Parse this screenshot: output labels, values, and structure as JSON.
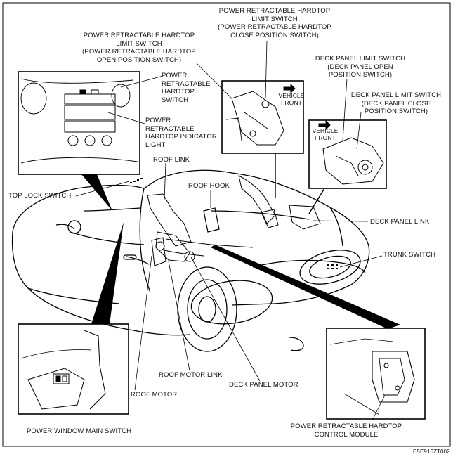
{
  "labels": {
    "limit_close": "POWER RETRACTABLE HARDTOP\nLIMIT SWITCH\n(POWER RETRACTABLE HARDTOP\nCLOSE POSITION SWITCH)",
    "limit_open": "POWER RETRACTABLE HARDTOP\nLIMIT SWITCH\n(POWER RETRACTABLE HARDTOP\nOPEN POSITION SWITCH)",
    "deck_open": "DECK PANEL LIMIT SWITCH\n(DECK PANEL OPEN\nPOSITION SWITCH)",
    "deck_close": "DECK PANEL LIMIT SWITCH\n(DECK PANEL CLOSE\nPOSITION SWITCH)",
    "hardtop_switch": "POWER\nRETRACTABLE\nHARDTOP\nSWITCH",
    "indicator_light": "POWER\nRETRACTABLE\nHARDTOP INDICATOR\nLIGHT",
    "vehicle_front_1": "VEHICLE\nFRONT",
    "vehicle_front_2": "VEHICLE\nFRONT",
    "roof_link": "ROOF LINK",
    "roof_hook": "ROOF HOOK",
    "top_lock_switch": "TOP LOCK SWITCH",
    "deck_panel_link": "DECK PANEL LINK",
    "trunk_switch": "TRUNK SWITCH",
    "roof_motor_link": "ROOF MOTOR LINK",
    "deck_panel_motor": "DECK PANEL MOTOR",
    "roof_motor": "ROOF MOTOR",
    "power_window_main_switch": "POWER WINDOW MAIN SWITCH",
    "control_module": "POWER RETRACTABLE HARDTOP\nCONTROL MODULE",
    "figure_code": "E5E916ZT002"
  }
}
